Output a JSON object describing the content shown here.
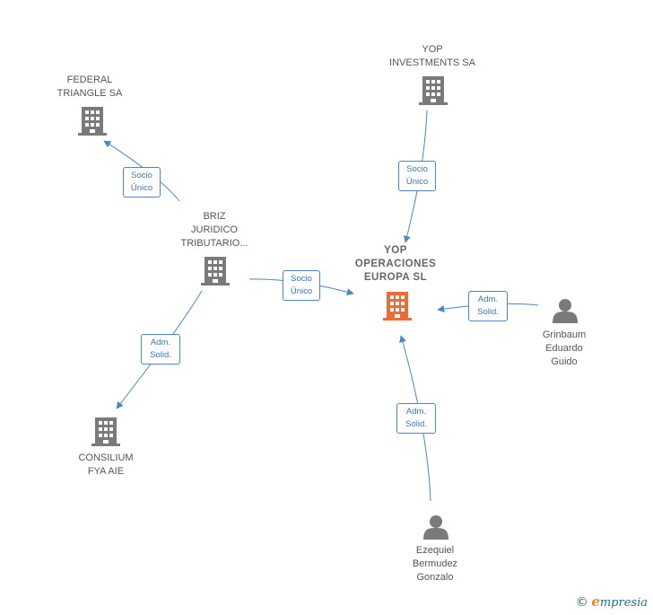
{
  "colors": {
    "edge": "#4a86c8",
    "company": "#7a7a7a",
    "main_company": "#f06a35",
    "person": "#7a7a7a"
  },
  "nodes": {
    "federal": {
      "line1": "FEDERAL",
      "line2": "TRIANGLE SA",
      "icon": "building-icon"
    },
    "yop_inv": {
      "line1": "YOP",
      "line2": "INVESTMENTS SA",
      "icon": "building-icon"
    },
    "briz": {
      "line1": "BRIZ",
      "line2": "JURIDICO",
      "line3": "TRIBUTARIO...",
      "icon": "building-icon"
    },
    "yop_op": {
      "line1": "YOP",
      "line2": "OPERACIONES",
      "line3": "EUROPA  SL",
      "icon": "building-icon"
    },
    "grinbaum": {
      "line1": "Grinbaum",
      "line2": "Eduardo",
      "line3": "Guido",
      "icon": "person-icon"
    },
    "consilium": {
      "line1": "CONSILIUM",
      "line2": "FYA AIE",
      "icon": "building-icon"
    },
    "ezequiel": {
      "line1": "Ezequiel",
      "line2": "Bermudez",
      "line3": "Gonzalo",
      "icon": "person-icon"
    }
  },
  "edges": {
    "briz_federal": {
      "line1": "Socio",
      "line2": "Único"
    },
    "yopinv_yopop": {
      "line1": "Socio",
      "line2": "Único"
    },
    "briz_yopop": {
      "line1": "Socio",
      "line2": "Único"
    },
    "grinbaum_yopop": {
      "line1": "Adm.",
      "line2": "Solid."
    },
    "briz_consilium": {
      "line1": "Adm.",
      "line2": "Solid."
    },
    "ezequiel_yopop": {
      "line1": "Adm.",
      "line2": "Solid."
    }
  },
  "brand": {
    "copyright": "©",
    "initial": "e",
    "rest": "mpresia"
  }
}
